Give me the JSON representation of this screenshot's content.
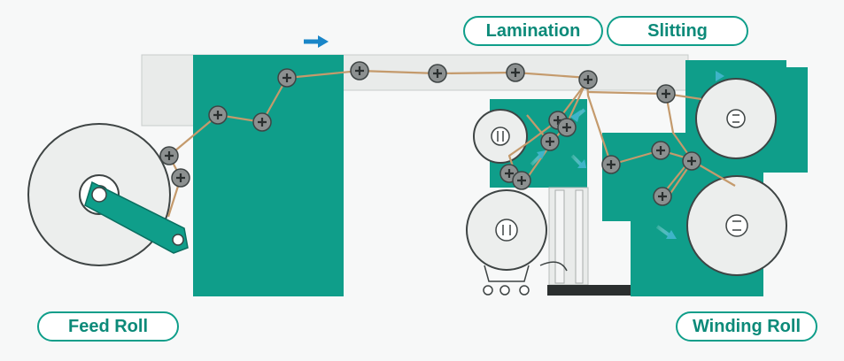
{
  "labels": {
    "lamination": "Lamination",
    "slitting": "Slitting",
    "feed_roll": "Feed Roll",
    "winding_roll": "Winding Roll"
  },
  "colors": {
    "machine_teal": "#0f9e8a",
    "label_text": "#0c8a79",
    "web_line": "#c49a6c",
    "roll_fill": "#eceeed",
    "roller_grey": "#8c9090",
    "arrow_blue": "#1a86c8",
    "frame_grey": "#e9ebea"
  },
  "icons": [
    "direction-arrow-icon",
    "flow-arrow-icon",
    "idler-roller-icon"
  ]
}
